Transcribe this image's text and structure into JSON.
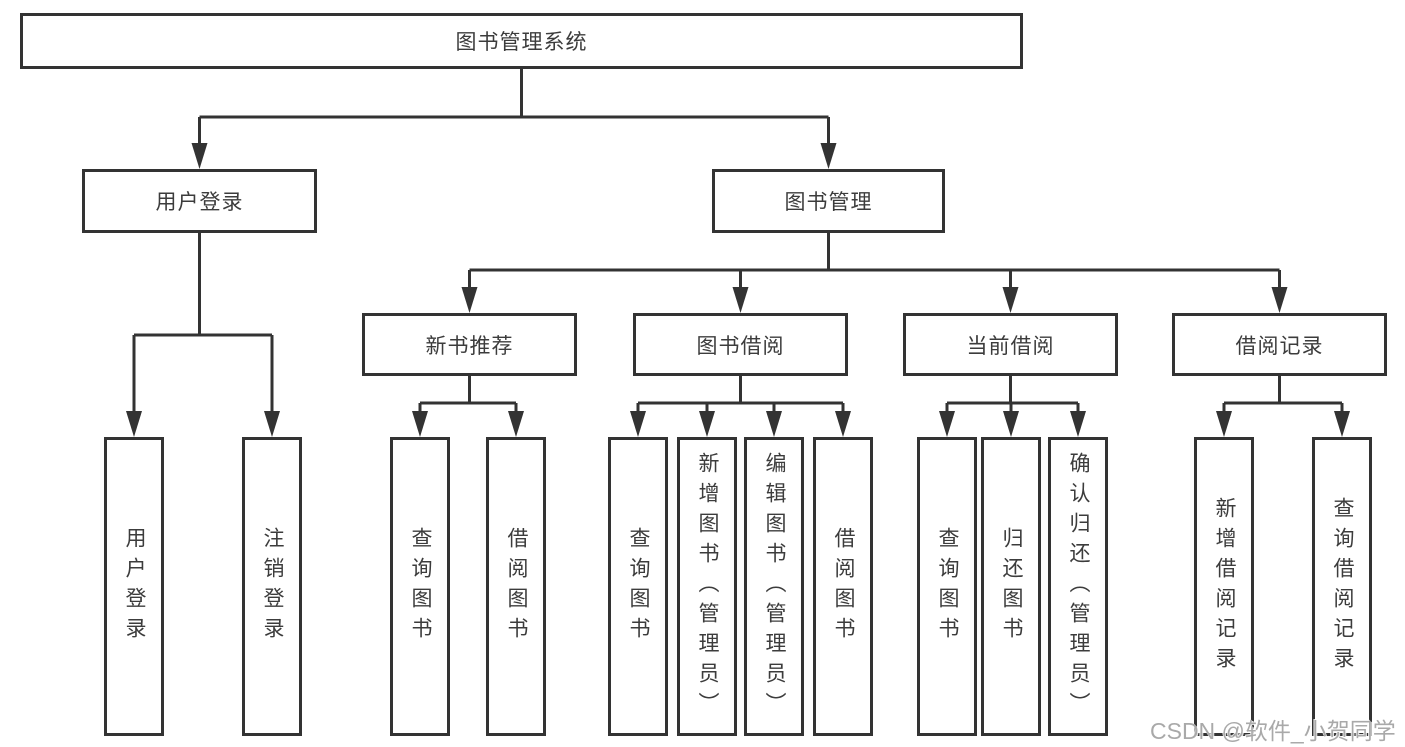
{
  "tree": {
    "root": "图书管理系统",
    "level2": [
      {
        "label": "用户登录",
        "children": [
          "用户登录",
          "注销登录"
        ]
      },
      {
        "label": "图书管理",
        "children": [
          {
            "label": "新书推荐",
            "children": [
              "查询图书",
              "借阅图书"
            ]
          },
          {
            "label": "图书借阅",
            "children": [
              "查询图书",
              "新增图书（管理员）",
              "编辑图书（管理员）",
              "借阅图书"
            ]
          },
          {
            "label": "当前借阅",
            "children": [
              "查询图书",
              "归还图书",
              "确认归还（管理员）"
            ]
          },
          {
            "label": "借阅记录",
            "children": [
              "新增借阅记录",
              "查询借阅记录"
            ]
          }
        ]
      }
    ]
  },
  "watermark": "CSDN @软件_小贺同学",
  "colors": {
    "line": "#333333",
    "box_border": "#333333",
    "text": "#3c3c3c",
    "watermark": "#a9a9a9",
    "background": "#ffffff"
  }
}
